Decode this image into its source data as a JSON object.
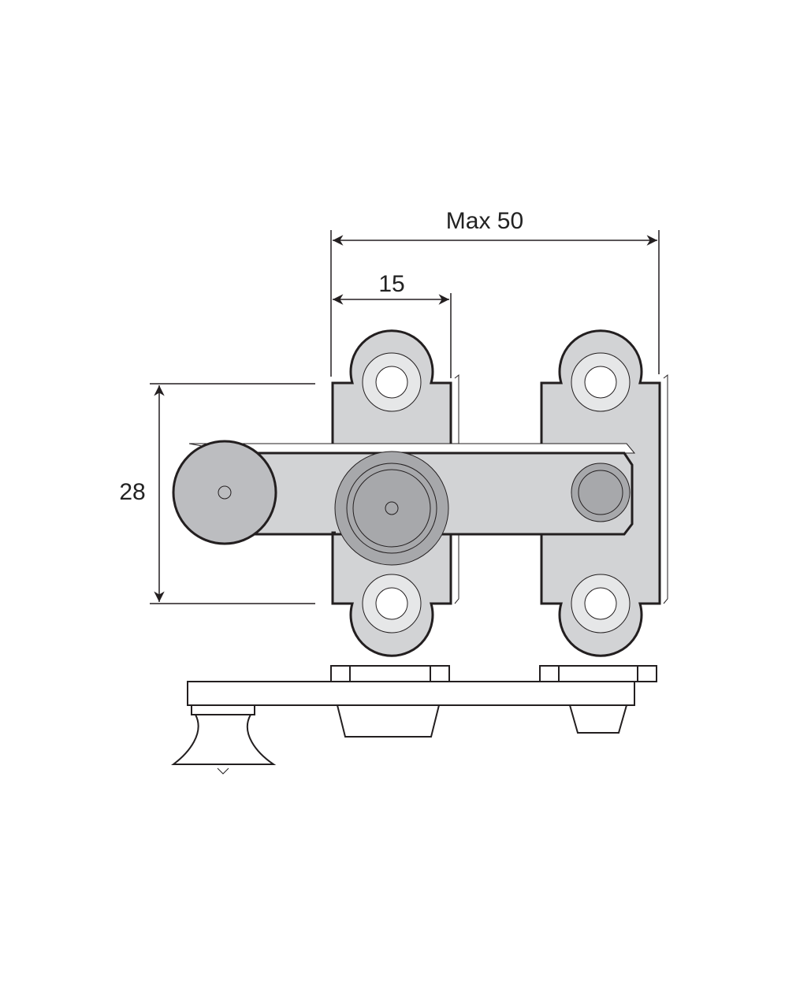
{
  "dimensions": {
    "overall_width": "Max 50",
    "plate_width": "15",
    "height": "28"
  },
  "colors": {
    "plate": "#d2d3d5",
    "knob": "#bcbdc0",
    "pivot": "#a7a8ab",
    "hole_ring": "#e6e7e8",
    "line": "#231f20"
  }
}
